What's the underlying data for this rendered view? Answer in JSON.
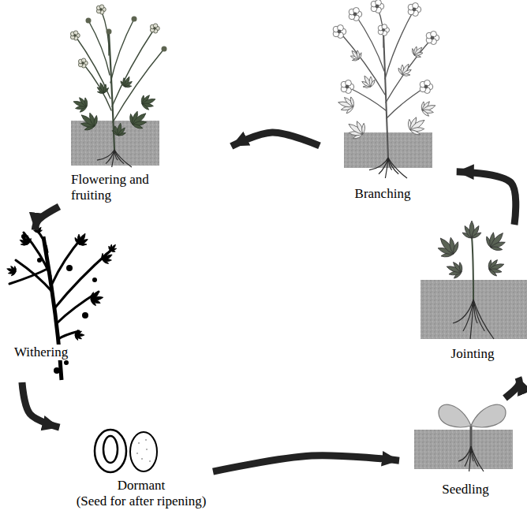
{
  "diagram": {
    "nodes": [
      {
        "text": [
          "Flowering and fruiting"
        ]
      },
      {
        "text": [
          "Branching"
        ]
      },
      {
        "text": [
          "Withering"
        ]
      },
      {
        "text": [
          "Jointing"
        ]
      },
      {
        "text": [
          "Seedling"
        ]
      },
      {
        "text": [
          "Dormant",
          "(Seed for after ripening)"
        ]
      }
    ],
    "edges": [
      {
        "from": 1,
        "to": 0,
        "arrow": "to"
      },
      {
        "from": 0,
        "to": 2,
        "arrow": "to"
      },
      {
        "from": 2,
        "to": 5,
        "arrow": "to"
      },
      {
        "from": 5,
        "to": 4,
        "arrow": "to"
      },
      {
        "from": 4,
        "to": 3,
        "arrow": "to"
      },
      {
        "from": 3,
        "to": 1,
        "arrow": "to"
      }
    ]
  }
}
